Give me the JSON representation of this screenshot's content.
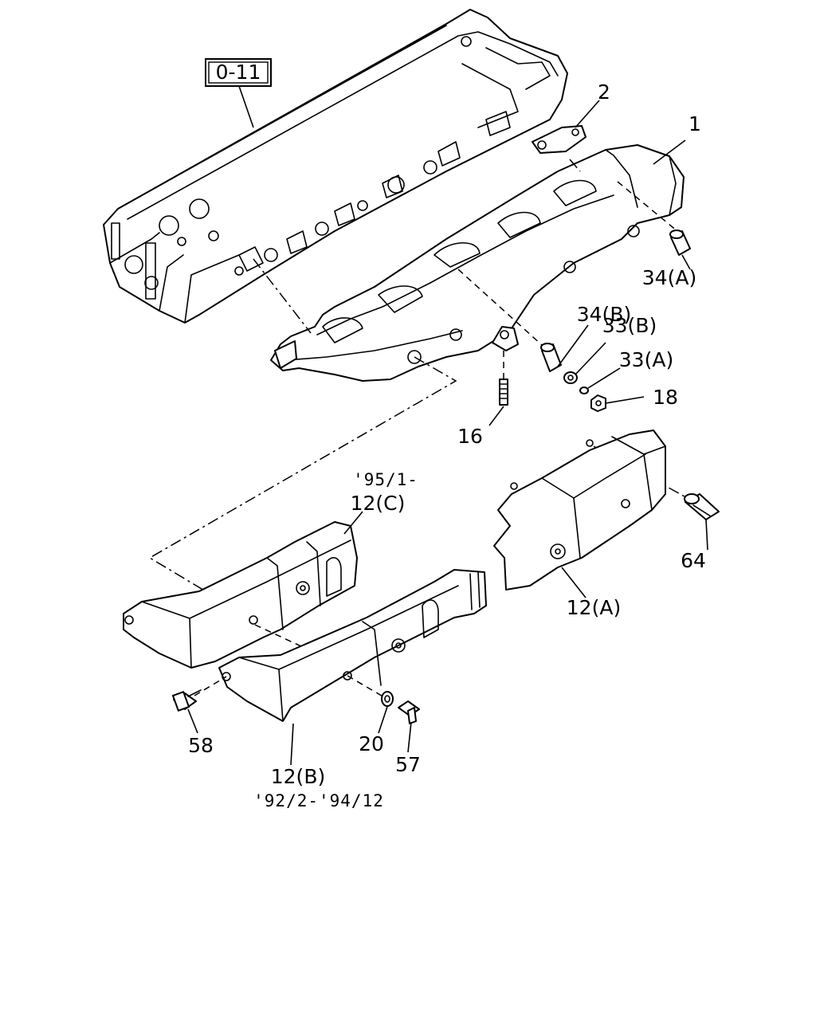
{
  "reference_box": "0-11",
  "labels": {
    "p1": "1",
    "p2": "2",
    "p34a": "34(A)",
    "p34b": "34(B)",
    "p33b": "33(B)",
    "p33a": "33(A)",
    "p18": "18",
    "p16": "16",
    "p12c": "12(C)",
    "p12c_date": "'95/1-",
    "p64": "64",
    "p12a": "12(A)",
    "p58": "58",
    "p20": "20",
    "p57": "57",
    "p12b": "12(B)",
    "p12b_date": "'92/2-'94/12"
  }
}
